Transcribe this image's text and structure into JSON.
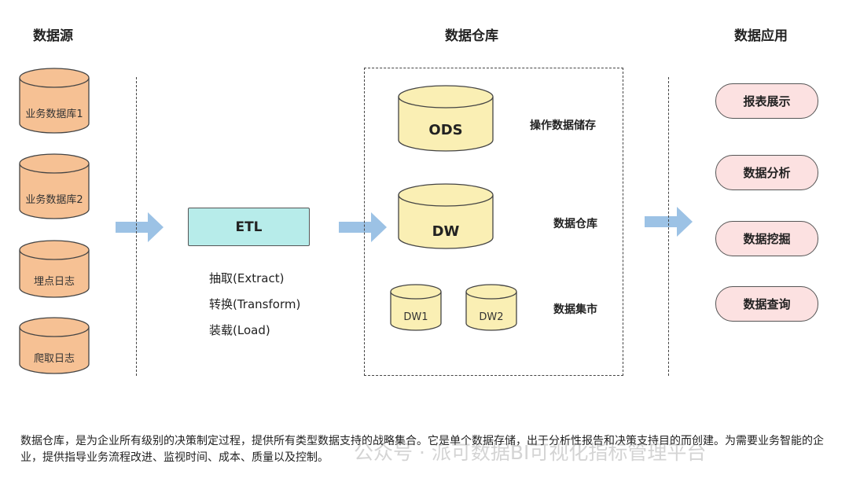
{
  "headers": {
    "sources": "数据源",
    "warehouse": "数据仓库",
    "applications": "数据应用"
  },
  "sources": [
    {
      "label": "业务数据库1"
    },
    {
      "label": "业务数据库2"
    },
    {
      "label": "埋点日志"
    },
    {
      "label": "爬取日志"
    }
  ],
  "etl": {
    "title": "ETL",
    "steps": [
      "抽取(Extract)",
      "转换(Transform)",
      "装载(Load)"
    ]
  },
  "warehouse": {
    "ods": {
      "label": "ODS",
      "desc": "操作数据储存"
    },
    "dw": {
      "label": "DW",
      "desc": "数据仓库"
    },
    "marts": {
      "items": [
        "DW1",
        "DW2"
      ],
      "desc": "数据集市"
    }
  },
  "applications": [
    "报表展示",
    "数据分析",
    "数据挖掘",
    "数据查询"
  ],
  "caption": "数据仓库，是为企业所有级别的决策制定过程，提供所有类型数据支持的战略集合。它是单个数据存储，出于分析性报告和决策支持目的而创建。为需要业务智能的企业，提供指导业务流程改进、监视时间、成本、质量以及控制。",
  "watermark": "公众号 · 派可数据BI可视化指标管理平台",
  "colors": {
    "source_cylinder": "#f6c194",
    "warehouse_cylinder": "#faefb4",
    "etl_box": "#b7ecea",
    "app_pill": "#fce1e1",
    "arrow": "#9cc2e5"
  }
}
